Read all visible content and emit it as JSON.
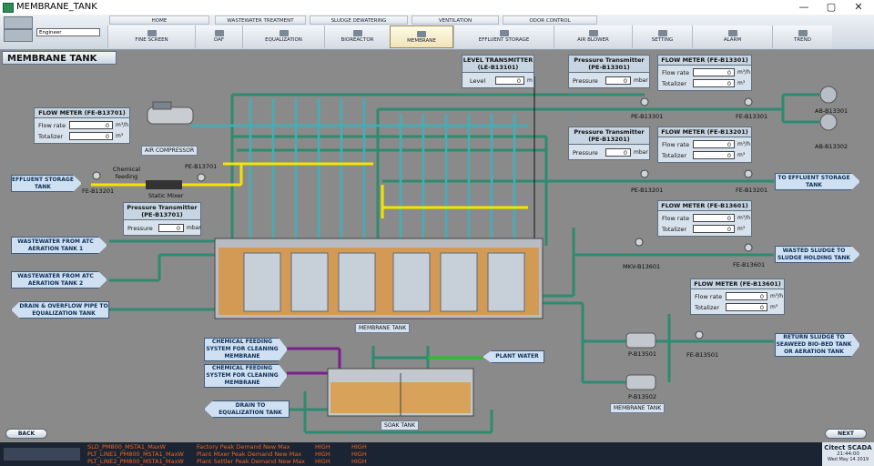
{
  "window": {
    "title": "MEMBRANE_TANK",
    "min": "—",
    "max": "▢",
    "close": "✕"
  },
  "nav_top": [
    {
      "label": "HOME"
    },
    {
      "label": "WASTEWATER TREATMENT"
    },
    {
      "label": "SLUDGE DEWATERING"
    },
    {
      "label": "VENTILATION"
    },
    {
      "label": "ODOR CONTROL"
    }
  ],
  "user_field": "Engineer",
  "nav_bottom": [
    {
      "label": "FINE SCREEN"
    },
    {
      "label": "DAF"
    },
    {
      "label": "EQUALIZATION"
    },
    {
      "label": "BIOREACTOR"
    },
    {
      "label": "MEMBRANE"
    },
    {
      "label": "EFFLUENT STORAGE"
    },
    {
      "label": "AIR BLOWER"
    },
    {
      "label": "SETTING"
    },
    {
      "label": "ALARM"
    },
    {
      "label": "TREND"
    }
  ],
  "page_title": "MEMBRANE TANK",
  "fm13701": {
    "title": "FLOW METER (FE-B13701)",
    "flow_label": "Flow rate",
    "flow_value": "0",
    "flow_unit": "m³/h",
    "tot_label": "Totalizer",
    "tot_value": "0",
    "tot_unit": "m³"
  },
  "air_compressor": "AIR COMPRESSOR",
  "level_tx": {
    "title": "LEVEL TRANSMITTER",
    "tag": "(LE-B13101)",
    "label": "Level",
    "value": "0",
    "unit": "m"
  },
  "pt13301": {
    "title": "Pressure Transmitter",
    "tag": "(PE-B13301)",
    "label": "Pressure",
    "value": "0",
    "unit": "mbar"
  },
  "fm13301": {
    "title": "FLOW METER (FE-B13301)",
    "flow_label": "Flow rate",
    "flow_value": "0",
    "flow_unit": "m³/h",
    "tot_label": "Totalizer",
    "tot_value": "0",
    "tot_unit": "m³"
  },
  "pt13201": {
    "title": "Pressure Transmitter",
    "tag": "(PE-B13201)",
    "label": "Pressure",
    "value": "0",
    "unit": "mbar"
  },
  "fm13201": {
    "title": "FLOW METER (FE-B13201)",
    "flow_label": "Flow rate",
    "flow_value": "0",
    "flow_unit": "m³/h",
    "tot_label": "Totalizer",
    "tot_value": "0",
    "tot_unit": "m³"
  },
  "pt13701": {
    "title": "Pressure Transmitter",
    "tag": "(PE-B13701)",
    "label": "Pressure",
    "value": "0",
    "unit": "mbar"
  },
  "fm13601": {
    "title": "FLOW METER (FE-B13601)",
    "flow_label": "Flow rate",
    "flow_value": "0",
    "flow_unit": "m³/h",
    "tot_label": "Totalizer",
    "tot_value": "0",
    "tot_unit": "m³"
  },
  "fm13601b": {
    "title": "FLOW METER (FE-B13601)",
    "flow_label": "Flow rate",
    "flow_value": "0",
    "flow_unit": "m³/h",
    "tot_label": "Totalizer",
    "tot_value": "0",
    "tot_unit": "m³"
  },
  "labels": {
    "pe13301": "PE-B13301",
    "fe13301": "FE-B13301",
    "ab13301": "AB-B13301",
    "ab13302": "AB-B13302",
    "pe13201": "PE-B13201",
    "fe13201": "FE-B13201",
    "pe13701": "PE-B13701",
    "fe13201b": "FE-B13201",
    "chem_feed": "Chemical feeding",
    "static_mixer": "Static Mixer",
    "mkv13601": "MKV-B13601",
    "fe13601": "FE-B13601",
    "fe13501": "FE-B13501",
    "p13501": "P-B13501",
    "p13502": "P-B13502",
    "membrane_tank": "MEMBRANE TANK",
    "membrane_tank2": "MEMBRANE TANK",
    "soak_tank": "SOAK TANK"
  },
  "arrows": {
    "effluent_storage": "EFFLUENT STORAGE TANK",
    "ww_tank1": "WASTEWATER FROM ATC AERATION TANK 1",
    "ww_tank2": "WASTEWATER FROM ATC AERATION TANK 2",
    "drain_overflow": "DRAIN & OVERFLOW PIPE TO EQUALIZATION TANK",
    "to_effluent": "TO EFFLUENT STORAGE TANK",
    "wasted_sludge": "WASTED SLUDGE TO SLUDGE HOLDING TANK",
    "return_sludge": "RETURN SLUDGE TO SEAWEED BIO-BED TANK OR AERATION TANK",
    "chem1": "CHEMICAL FEEDING SYSTEM FOR CLEANING MEMBRANE",
    "chem2": "CHEMICAL FEEDING SYSTEM FOR CLEANING MEMBRANE",
    "drain_eq": "DRAIN TO EQUALIZATION TANK",
    "plant_water": "PLANT WATER"
  },
  "buttons": {
    "back": "BACK",
    "next": "NEXT"
  },
  "alarms": [
    {
      "tag": "SLD_PM800_MSTA1_MaxW",
      "desc": "Factory Peak Demand New Max",
      "prio": "HIGH",
      "state": "HIGH"
    },
    {
      "tag": "PLT_LINE1_PM800_MSTA1_MaxW",
      "desc": "Plant Mixer Peak Demand New Max",
      "prio": "HIGH",
      "state": "HIGH"
    },
    {
      "tag": "PLT_LINE2_PM800_MSTA1_MaxW",
      "desc": "Plant Settler Peak Demand New Max",
      "prio": "HIGH",
      "state": "HIGH"
    }
  ],
  "brand": "Citect SCADA",
  "clock_time": "21:44:00",
  "clock_date": "Wed May 14 2019",
  "colors": {
    "pipe_green": "#2e8b6f",
    "pipe_cyan": "#40b0b8",
    "pipe_yellow": "#f2e600",
    "pipe_purple": "#7a1f8e",
    "plant_water": "#22c22a",
    "sludge": "#d9a25a"
  }
}
